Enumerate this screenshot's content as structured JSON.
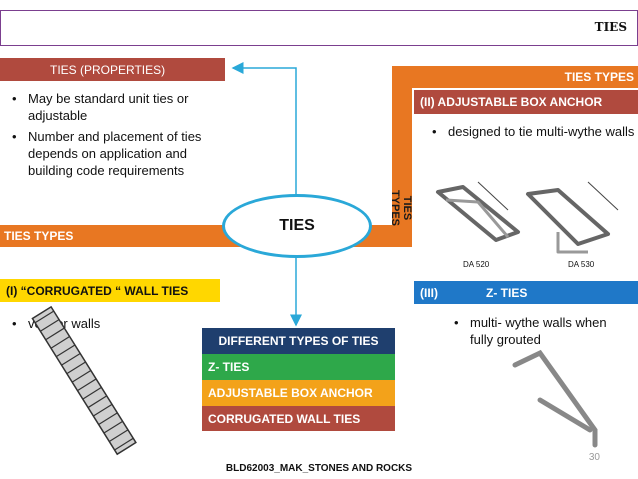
{
  "header": {
    "title": "TIES"
  },
  "center": {
    "label": "TIES"
  },
  "properties": {
    "title": "TIES (PROPERTIES)",
    "bullets": [
      "May be standard unit ties or adjustable",
      "Number and placement of ties depends on application and building code requirements"
    ]
  },
  "left_band": {
    "label": "TIES TYPES"
  },
  "vertical_band": {
    "label": "TIES TYPES"
  },
  "right_top": {
    "label": "TIES TYPES"
  },
  "adjustable": {
    "title": "(II)  ADJUSTABLE BOX ANCHOR",
    "bullets": [
      "designed to tie multi-wythe walls"
    ],
    "fig_labels": [
      "DA 520",
      "DA 530"
    ]
  },
  "corrugated": {
    "title": "(I) “CORRUGATED “ WALL TIES",
    "bullets": [
      "veneer walls"
    ]
  },
  "ztie": {
    "num": "(III)",
    "title": "Z- TIES",
    "bullets": [
      "multi- wythe walls when fully grouted"
    ]
  },
  "types_list": {
    "heading": "DIFFERENT TYPES OF TIES",
    "items": [
      "Z- TIES",
      "ADJUSTABLE BOX ANCHOR",
      "CORRUGATED WALL TIES"
    ]
  },
  "footer": {
    "text": "BLD62003_MAK_STONES AND ROCKS"
  },
  "page_number": "30",
  "colors": {
    "header_border": "#7b3f8f",
    "red": "#b04a3e",
    "orange": "#e87722",
    "yellow": "#ffd700",
    "blue": "#1f78c8",
    "green": "#2ea84a",
    "navy": "#1f3f6e",
    "gold": "#f3a21a",
    "arrow": "#2aa8d8"
  }
}
